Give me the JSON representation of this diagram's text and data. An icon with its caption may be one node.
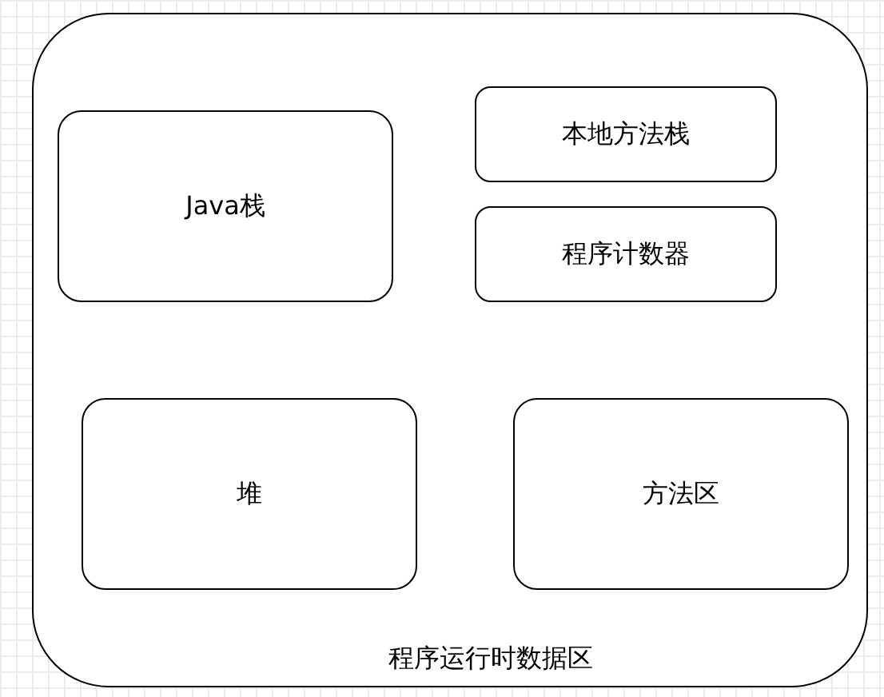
{
  "diagram": {
    "nodes": [
      {
        "text": [
          "程序运行时数据区"
        ]
      },
      {
        "text": [
          "Java栈"
        ],
        "in": 0
      },
      {
        "text": [
          "本地方法栈"
        ],
        "in": 0
      },
      {
        "text": [
          "程序计数器"
        ],
        "in": 0
      },
      {
        "text": [
          "堆"
        ],
        "in": 0
      },
      {
        "text": [
          "方法区"
        ],
        "in": 0
      }
    ]
  }
}
